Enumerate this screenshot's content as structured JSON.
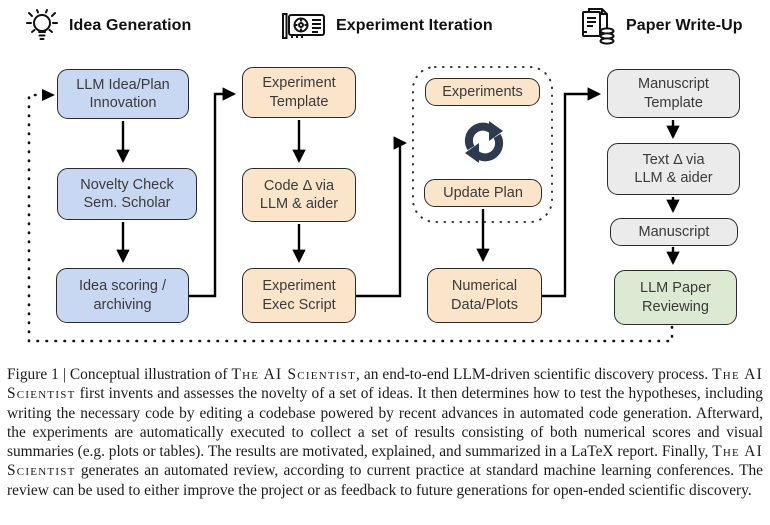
{
  "figure": {
    "sections": [
      {
        "title": "Idea Generation",
        "icon": "lightbulb-icon"
      },
      {
        "title": "Experiment Iteration",
        "icon": "gpu-icon"
      },
      {
        "title": "Paper Write-Up",
        "icon": "paper-database-icon"
      }
    ],
    "loop_icon": "cycle-icon",
    "nodes": {
      "llm_idea": "LLM Idea/Plan\nInnovation",
      "novelty": "Novelty Check\nSem. Scholar",
      "scoring": "Idea scoring /\narchiving",
      "exp_template": "Experiment\nTemplate",
      "code_delta": "Code Δ via\nLLM & aider",
      "exec_script": "Experiment\nExec Script",
      "experiments": "Experiments",
      "update_plan": "Update Plan",
      "numerical": "Numerical\nData/Plots",
      "manuscript_template": "Manuscript\nTemplate",
      "text_delta": "Text Δ via\nLLM & aider",
      "manuscript": "Manuscript",
      "reviewing": "LLM Paper\nReviewing"
    },
    "colors": {
      "idea_box": "#c9d8f2",
      "experiment_box": "#fae5cb",
      "paper_box": "#ebebeb",
      "review_box": "#dcead3",
      "cycle_icon": "#2e3a50",
      "line": "#000000"
    }
  },
  "caption": {
    "s1": "Figure 1 | Conceptual illustration of ",
    "sc1": "The AI Scientist",
    "s2": ", an end-to-end LLM-driven scientific discovery process. ",
    "sc2": "The AI Scientist",
    "s3": " first invents and assesses the novelty of a set of ideas. It then determines how to test the hypotheses, including writing the necessary code by editing a codebase powered by recent advances in automated code generation. Afterward, the experiments are automatically executed to collect a set of results consisting of both numerical scores and visual summaries (e.g. plots or tables). The results are motivated, explained, and summarized in a LaTeX report. Finally, ",
    "sc3": "The AI Scientist",
    "s4": " generates an automated review, according to current practice at standard machine learning conferences. The review can be used to either improve the project or as feedback to future generations for open-ended scientific discovery."
  }
}
